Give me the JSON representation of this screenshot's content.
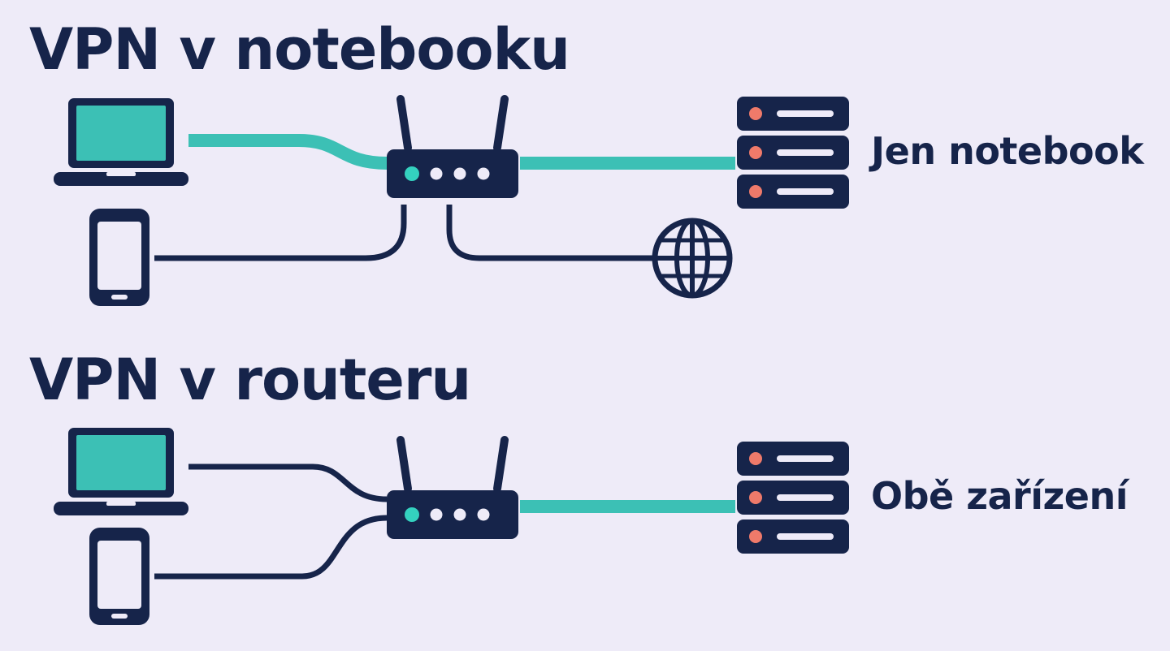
{
  "sections": [
    {
      "title": "VPN v notebooku",
      "result_label": "Jen notebook",
      "vpn_on": "notebook"
    },
    {
      "title": "VPN v routeru",
      "result_label": "Obě zařízení",
      "vpn_on": "router"
    }
  ],
  "colors": {
    "background": "#eeebf8",
    "navy": "#16244a",
    "teal": "#3cc0b5",
    "led_teal": "#34d1bf",
    "server_dot": "#ef7a6a"
  },
  "icons": [
    "laptop-icon",
    "smartphone-icon",
    "router-icon",
    "server-stack-icon",
    "globe-icon"
  ]
}
